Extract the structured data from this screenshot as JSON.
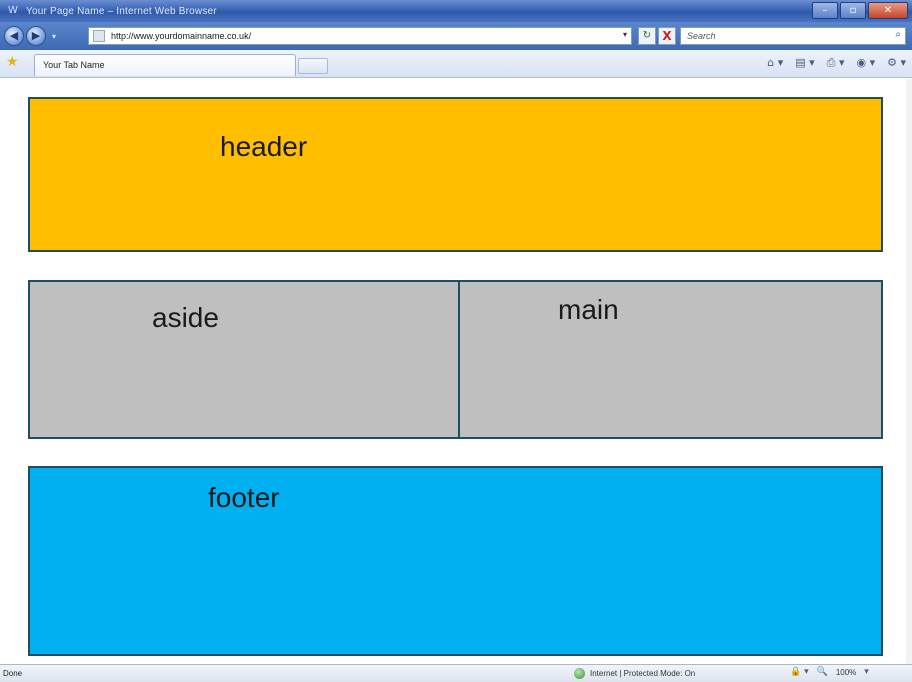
{
  "window": {
    "title": "Your Page Name – Internet Web Browser",
    "app_icon": "W",
    "controls": {
      "minimize": "–",
      "maximize": "▫",
      "close": "✕"
    }
  },
  "toolbar": {
    "back_glyph": "◀",
    "forward_glyph": "▶",
    "dropdown_glyph": "▾",
    "address": "http://www.yourdomainname.co.uk/",
    "refresh_glyph": "↻",
    "stop_glyph": "X",
    "search_placeholder": "Search",
    "search_glyph": "⌕"
  },
  "tabs": {
    "favorites_glyph": "★",
    "active_tab_label": "Your Tab Name",
    "commands": [
      "⌂ ▾",
      "▤ ▾",
      "⎙ ▾",
      "◉ ▾",
      "⚙ ▾"
    ]
  },
  "page": {
    "header_label": "header",
    "aside_label": "aside",
    "main_label": "main",
    "footer_label": "footer"
  },
  "colors": {
    "header": "#ffbf00",
    "aside": "#bfbfbf",
    "main": "#bfbfbf",
    "footer": "#00b0f0",
    "border": "#1f4e63"
  },
  "statusbar": {
    "status": "Done",
    "zone": "Internet | Protected Mode: On",
    "lock_glyph": "🔒 ▾",
    "zoom": "100%",
    "zoom_glyph": "🔍",
    "zoom_drop": "▾"
  }
}
